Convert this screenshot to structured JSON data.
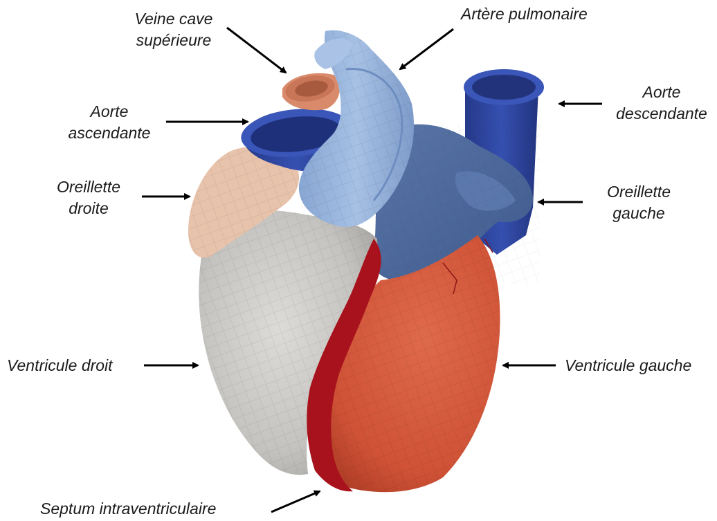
{
  "figure": {
    "colors": {
      "right_atrium": "#e8c3ac",
      "right_ventricle": "#c8c6c3",
      "left_ventricle": "#d2553a",
      "septum": "#a8121c",
      "left_atrium": "#4f6b9c",
      "pulmonary_artery": "#94b3dc",
      "aorta": "#2f47a3",
      "vena_cava": "#d98a6b",
      "arrow": "#000000",
      "text": "#1a1a1a"
    },
    "labels": {
      "veine_cave_1": "Veine cave",
      "veine_cave_2": "supérieure",
      "artere_pulmonaire": "Artère pulmonaire",
      "aorte_asc_1": "Aorte",
      "aorte_asc_2": "ascendante",
      "aorte_desc_1": "Aorte",
      "aorte_desc_2": "descendante",
      "oreillette_droite_1": "Oreillette",
      "oreillette_droite_2": "droite",
      "oreillette_gauche_1": "Oreillette",
      "oreillette_gauche_2": "gauche",
      "ventricule_droit": "Ventricule droit",
      "ventricule_gauche": "Ventricule gauche",
      "septum": "Septum intraventriculaire"
    }
  }
}
